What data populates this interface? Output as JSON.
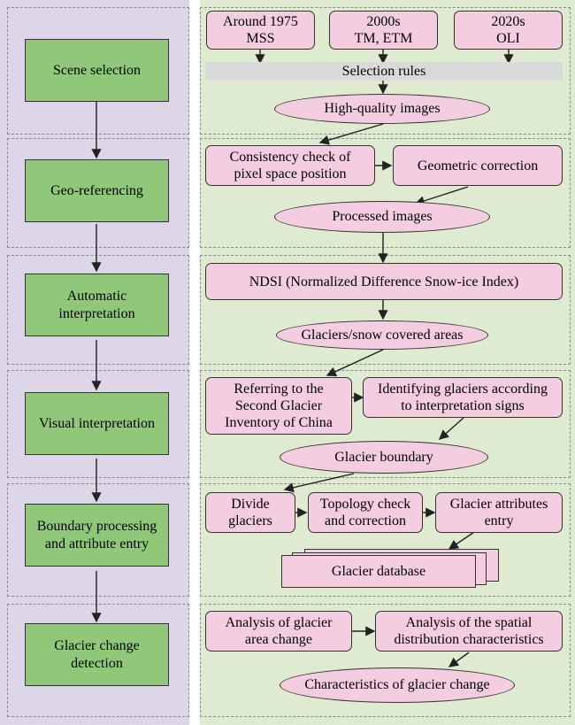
{
  "steps": [
    {
      "label": "Scene selection"
    },
    {
      "label": "Geo-referencing"
    },
    {
      "label": "Automatic\ninterpretation"
    },
    {
      "label": "Visual interpretation"
    },
    {
      "label": "Boundary processing\nand attribute entry"
    },
    {
      "label": "Glacier change\ndetection"
    }
  ],
  "scene": {
    "sensors": [
      {
        "label": "Around 1975\nMSS"
      },
      {
        "label": "2000s\nTM, ETM"
      },
      {
        "label": "2020s\nOLI"
      }
    ],
    "rules": "Selection rules",
    "result": "High-quality images"
  },
  "georef": {
    "check": "Consistency check of\npixel space position",
    "correction": "Geometric correction",
    "result": "Processed images"
  },
  "auto": {
    "ndsi": "NDSI (Normalized Difference Snow-ice Index)",
    "result": "Glaciers/snow covered areas"
  },
  "visual": {
    "reference": "Referring to the\nSecond Glacier\nInventory of China",
    "identify": "Identifying glaciers according\nto interpretation signs",
    "result": "Glacier boundary"
  },
  "boundary": {
    "divide": "Divide\nglaciers",
    "topology": "Topology check\nand correction",
    "attributes": "Glacier attributes\nentry",
    "database": "Glacier database"
  },
  "change": {
    "area": "Analysis of glacier\narea change",
    "spatial": "Analysis of the spatial\ndistribution characteristics",
    "result": "Characteristics of glacier change"
  },
  "colors": {
    "left_panel": "#ddd6e8",
    "right_panel": "#deebd0",
    "step_box": "#8ec878",
    "process_box": "#f4cde0",
    "rule_bar": "#d9d9d9"
  }
}
